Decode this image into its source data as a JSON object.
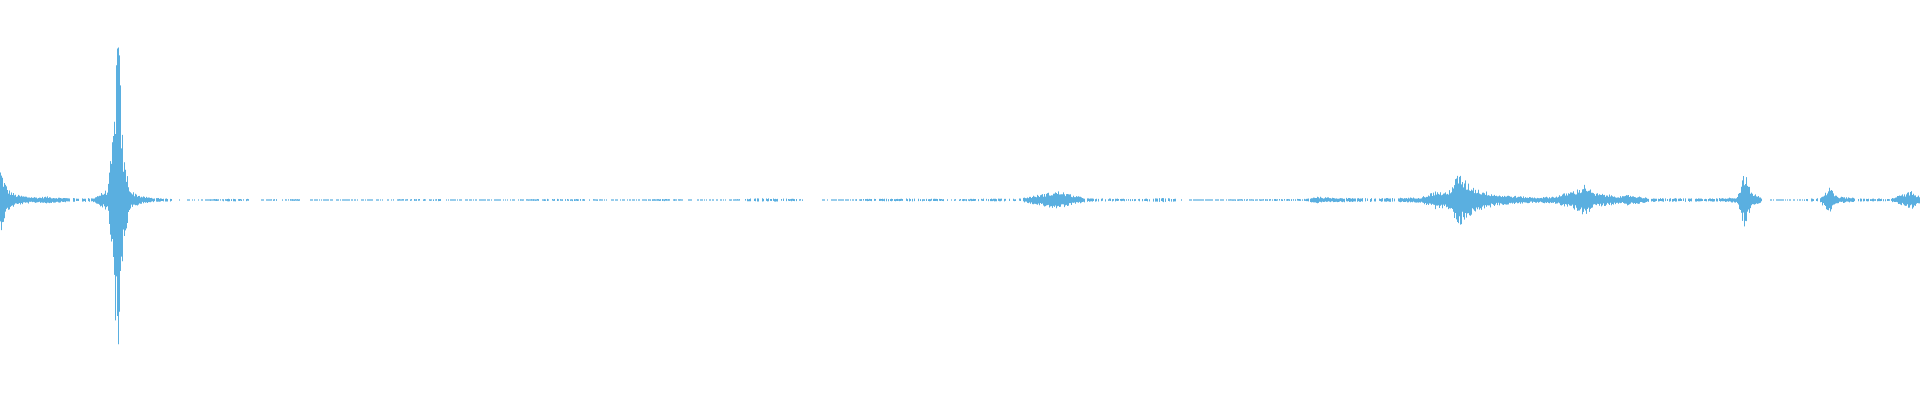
{
  "waveform": {
    "color": "#5aafe0",
    "background": "#ffffff",
    "amplitude_range": [
      -1,
      1
    ],
    "peak_envelope": [
      [
        0.0,
        0.18
      ],
      [
        0.002,
        0.11
      ],
      [
        0.004,
        0.06
      ],
      [
        0.008,
        0.03
      ],
      [
        0.014,
        0.02
      ],
      [
        0.02,
        0.015
      ],
      [
        0.024,
        0.02
      ],
      [
        0.028,
        0.015
      ],
      [
        0.04,
        0.01
      ],
      [
        0.048,
        0.01
      ],
      [
        0.056,
        0.06
      ],
      [
        0.059,
        0.4
      ],
      [
        0.061,
        1.0
      ],
      [
        0.062,
        0.8
      ],
      [
        0.064,
        0.25
      ],
      [
        0.068,
        0.05
      ],
      [
        0.074,
        0.02
      ],
      [
        0.08,
        0.012
      ],
      [
        0.09,
        0.008
      ],
      [
        0.093,
        0.0
      ],
      [
        0.114,
        0.006
      ],
      [
        0.12,
        0.008
      ],
      [
        0.13,
        0.006
      ],
      [
        0.136,
        0.0
      ],
      [
        0.142,
        0.005
      ],
      [
        0.156,
        0.005
      ],
      [
        0.16,
        0.0
      ],
      [
        0.21,
        0.005
      ],
      [
        0.23,
        0.006
      ],
      [
        0.232,
        0.0
      ],
      [
        0.272,
        0.004
      ],
      [
        0.283,
        0.006
      ],
      [
        0.3,
        0.006
      ],
      [
        0.316,
        0.004
      ],
      [
        0.318,
        0.0
      ],
      [
        0.34,
        0.005
      ],
      [
        0.346,
        0.006
      ],
      [
        0.356,
        0.004
      ],
      [
        0.358,
        0.0
      ],
      [
        0.386,
        0.005
      ],
      [
        0.394,
        0.01
      ],
      [
        0.41,
        0.008
      ],
      [
        0.418,
        0.005
      ],
      [
        0.428,
        0.0
      ],
      [
        0.45,
        0.006
      ],
      [
        0.47,
        0.008
      ],
      [
        0.5,
        0.006
      ],
      [
        0.522,
        0.008
      ],
      [
        0.53,
        0.006
      ],
      [
        0.546,
        0.04
      ],
      [
        0.552,
        0.05
      ],
      [
        0.558,
        0.03
      ],
      [
        0.566,
        0.01
      ],
      [
        0.59,
        0.006
      ],
      [
        0.6,
        0.008
      ],
      [
        0.606,
        0.012
      ],
      [
        0.616,
        0.006
      ],
      [
        0.618,
        0.0
      ],
      [
        0.645,
        0.005
      ],
      [
        0.66,
        0.005
      ],
      [
        0.68,
        0.006
      ],
      [
        0.686,
        0.02
      ],
      [
        0.69,
        0.015
      ],
      [
        0.7,
        0.012
      ],
      [
        0.72,
        0.01
      ],
      [
        0.74,
        0.015
      ],
      [
        0.748,
        0.05
      ],
      [
        0.754,
        0.04
      ],
      [
        0.76,
        0.15
      ],
      [
        0.764,
        0.1
      ],
      [
        0.77,
        0.06
      ],
      [
        0.78,
        0.03
      ],
      [
        0.8,
        0.015
      ],
      [
        0.81,
        0.02
      ],
      [
        0.822,
        0.06
      ],
      [
        0.826,
        0.09
      ],
      [
        0.83,
        0.04
      ],
      [
        0.846,
        0.02
      ],
      [
        0.848,
        0.03
      ],
      [
        0.86,
        0.01
      ],
      [
        0.88,
        0.01
      ],
      [
        0.89,
        0.008
      ],
      [
        0.905,
        0.015
      ],
      [
        0.909,
        0.16
      ],
      [
        0.912,
        0.05
      ],
      [
        0.918,
        0.01
      ],
      [
        0.922,
        0.0
      ],
      [
        0.94,
        0.005
      ],
      [
        0.948,
        0.012
      ],
      [
        0.953,
        0.07
      ],
      [
        0.957,
        0.02
      ],
      [
        0.97,
        0.008
      ],
      [
        0.985,
        0.008
      ],
      [
        0.996,
        0.05
      ],
      [
        1.0,
        0.02
      ]
    ]
  }
}
